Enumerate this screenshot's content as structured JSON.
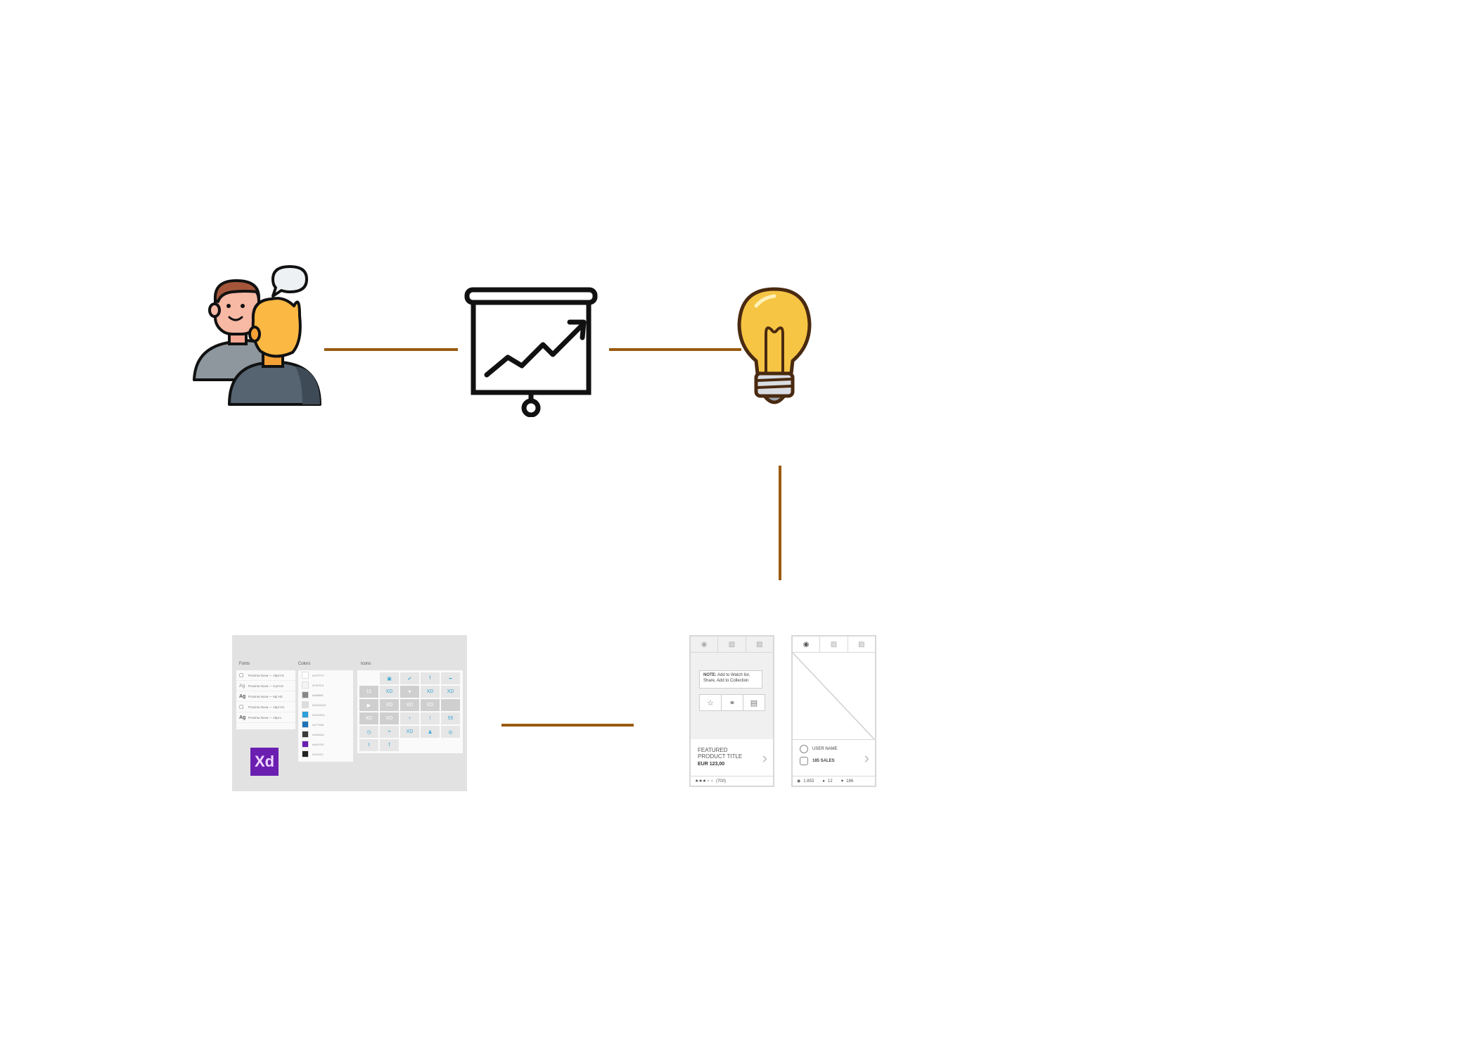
{
  "colors": {
    "connector": "#9a5b10",
    "xd_brand": "#6b1fb1",
    "icon_accent": "#3aa7d6"
  },
  "nodes": {
    "people": {
      "icon": "people-talking-icon"
    },
    "presentation": {
      "icon": "presentation-chart-icon"
    },
    "idea": {
      "icon": "lightbulb-icon"
    },
    "styleguide": {
      "fonts_label": "Fonts",
      "colors_label": "Colors",
      "icons_label": "Icons",
      "logo_text": "Xd",
      "font_rows": [
        "Proxima Nova — 15pt H1",
        "Proxima Nova — 9 pt H2",
        "Proxima Nova — 6pt H3",
        "Proxima Nova — 15pt H4",
        "Proxima Nova — 15pt L"
      ],
      "color_rows": [
        "#FFFFFF",
        "#F5F5F5",
        "#888888",
        "#DDDDDD",
        "#2EA0DA",
        "#1F73B8",
        "#3A3A3A",
        "#6A1FB1",
        "#222222"
      ],
      "icon_cells": [
        {
          "t": "",
          "s": "blank"
        },
        {
          "t": "▣",
          "s": ""
        },
        {
          "t": "✔",
          "s": ""
        },
        {
          "t": "f",
          "s": ""
        },
        {
          "t": "━",
          "s": ""
        },
        {
          "t": "11",
          "s": "dark"
        },
        {
          "t": "XD",
          "s": ""
        },
        {
          "t": "●",
          "s": "dark"
        },
        {
          "t": "XD",
          "s": ""
        },
        {
          "t": "XD",
          "s": ""
        },
        {
          "t": "▶",
          "s": "dark"
        },
        {
          "t": "XD",
          "s": "dark"
        },
        {
          "t": "XD",
          "s": "dark"
        },
        {
          "t": "XD",
          "s": "dark"
        },
        {
          "t": "",
          "s": "dark"
        },
        {
          "t": "XD",
          "s": "dark"
        },
        {
          "t": "XD",
          "s": "dark"
        },
        {
          "t": "♀",
          "s": ""
        },
        {
          "t": "!",
          "s": ""
        },
        {
          "t": "55",
          "s": ""
        },
        {
          "t": "◷",
          "s": ""
        },
        {
          "t": "⌖",
          "s": ""
        },
        {
          "t": "XD",
          "s": ""
        },
        {
          "t": "♟",
          "s": ""
        },
        {
          "t": "◎",
          "s": ""
        },
        {
          "t": "t",
          "s": ""
        },
        {
          "t": "f",
          "s": ""
        }
      ]
    },
    "product_card": {
      "note_bold": "NOTE:",
      "note_rest": " Add to Watch list, Share, Add to Collection",
      "title": "FEATURED PRODUCT TITLE",
      "price": "EUR 123,00",
      "rating_count": "(700)",
      "rating": 3
    },
    "user_card": {
      "user_name": "USER NAME",
      "sales": "185 SALES",
      "views": "1.853",
      "comments": "12",
      "likes": "186"
    }
  },
  "connectors": [
    "people-to-presentation",
    "presentation-to-idea",
    "idea-to-wireframes",
    "wireframes-to-styleguide"
  ]
}
